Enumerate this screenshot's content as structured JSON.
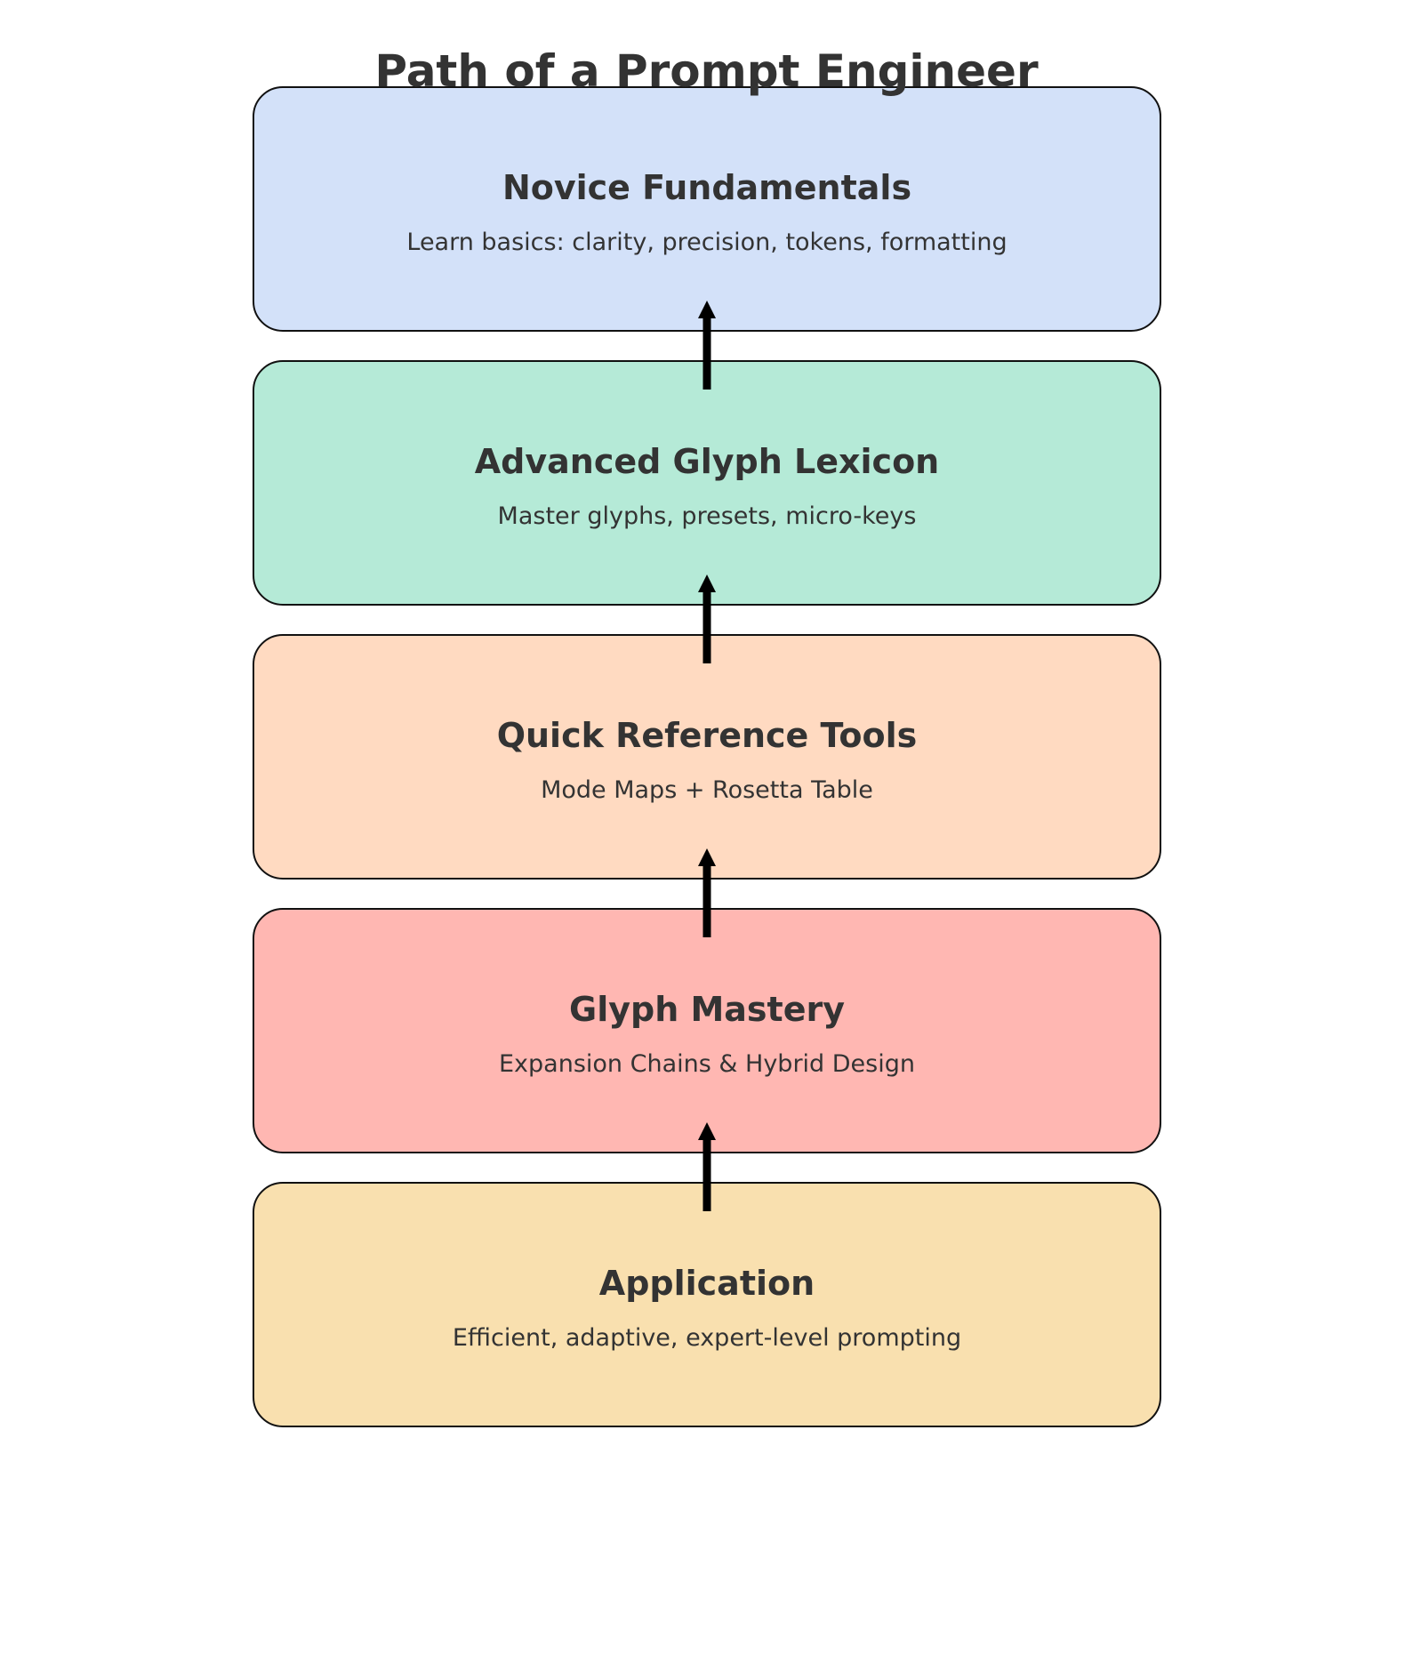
{
  "diagram": {
    "title": "Path of a Prompt Engineer",
    "stages": [
      {
        "title": "Novice Fundamentals",
        "description": "Learn basics: clarity, precision, tokens, formatting",
        "color": "#d3e1f9"
      },
      {
        "title": "Advanced Glyph Lexicon",
        "description": "Master glyphs, presets, micro-keys",
        "color": "#b5ead7"
      },
      {
        "title": "Quick Reference Tools",
        "description": "Mode Maps + Rosetta Table",
        "color": "#ffdac1"
      },
      {
        "title": "Glyph Mastery",
        "description": "Expansion Chains & Hybrid Design",
        "color": "#ffb7b2"
      },
      {
        "title": "Application",
        "description": "Efficient, adaptive, expert-level prompting",
        "color": "#f9e0af"
      }
    ],
    "arrow_color": "#000000"
  }
}
